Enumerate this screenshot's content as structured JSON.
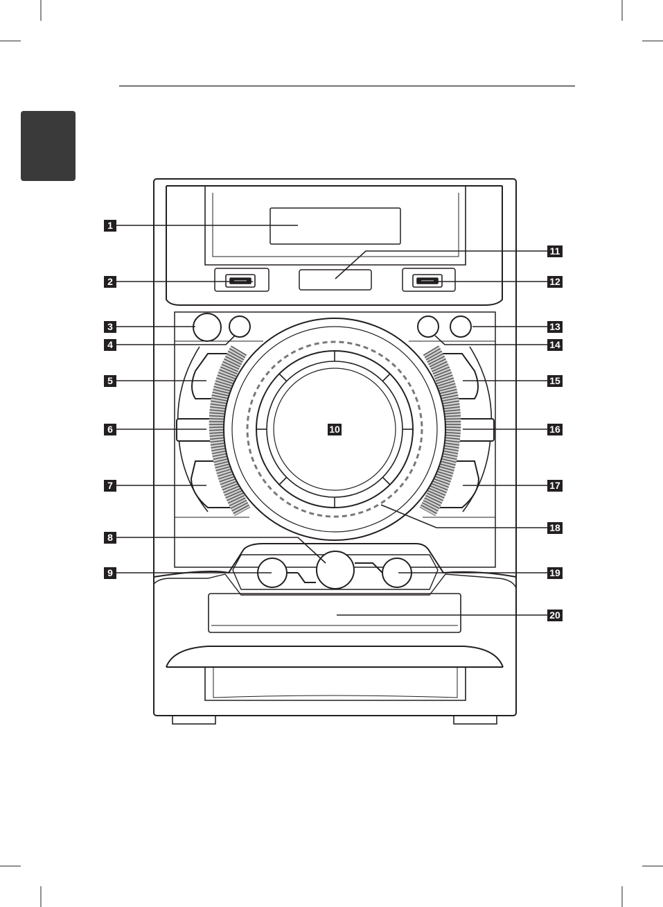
{
  "callouts": {
    "c1": "1",
    "c2": "2",
    "c3": "3",
    "c4": "4",
    "c5": "5",
    "c6": "6",
    "c7": "7",
    "c8": "8",
    "c9": "9",
    "c10": "10",
    "c11": "11",
    "c12": "12",
    "c13": "13",
    "c14": "14",
    "c15": "15",
    "c16": "16",
    "c17": "17",
    "c18": "18",
    "c19": "19",
    "c20": "20"
  },
  "colors": {
    "ink": "#231f20",
    "tab": "#3a3a3a",
    "grille": "#555555"
  },
  "icons": [
    "usb-port-icon",
    "usb-port-icon"
  ]
}
